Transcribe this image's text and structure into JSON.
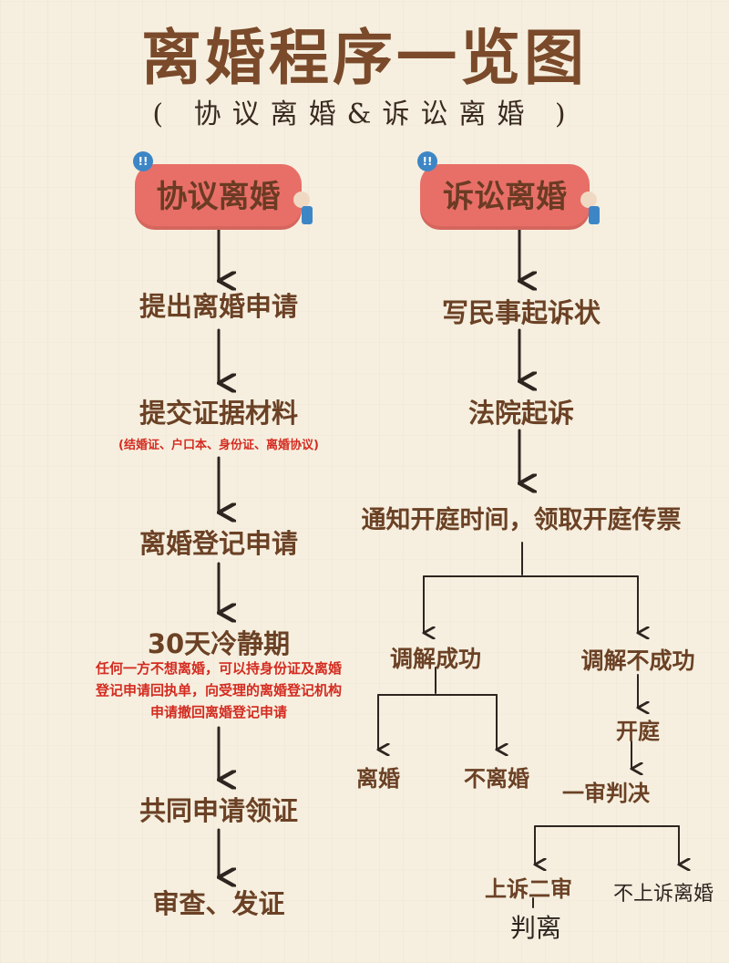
{
  "title": "离婚程序一览图",
  "subtitle": "( 协议离婚&诉讼离婚 )",
  "left": {
    "heading": "协议离婚",
    "steps": [
      "提出离婚申请",
      "提交证据材料",
      "离婚登记申请",
      "30天冷静期",
      "共同申请领证",
      "审查、发证"
    ],
    "materials_note": "(结婚证、户口本、身份证、离婚协议)",
    "cooling_note": [
      "任何一方不想离婚，可以持身份证及离婚",
      "登记申请回执单，向受理的离婚登记机构",
      "申请撤回离婚登记申请"
    ]
  },
  "right": {
    "heading": "诉讼离婚",
    "steps": [
      "写民事起诉状",
      "法院起诉",
      "通知开庭时间，领取开庭传票"
    ],
    "mediation_success": "调解成功",
    "mediation_fail": "调解不成功",
    "divorce": "离婚",
    "no_divorce": "不离婚",
    "trial": "开庭",
    "first_judgment": "一审判决",
    "appeal": "上诉二审",
    "no_appeal": "不上诉离婚",
    "verdict": "判离"
  },
  "colors": {
    "pill": "#e86f67",
    "text": "#6b4125",
    "note": "#d42b20",
    "background": "#f6efdf"
  }
}
